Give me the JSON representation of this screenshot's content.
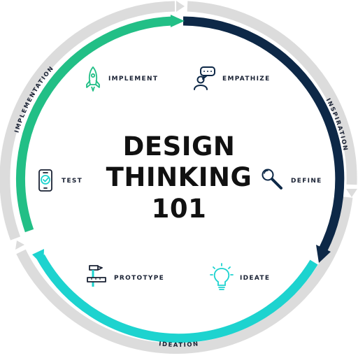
{
  "title": {
    "line1": "DESIGN",
    "line2": "THINKING",
    "line3": "101"
  },
  "phases": {
    "inspiration": "INSPIRATION",
    "ideation": "IDEATION",
    "implementation": "IMPLEMENTATION"
  },
  "stages": {
    "empathize": "EMPATHIZE",
    "define": "DEFINE",
    "ideate": "IDEATE",
    "prototype": "PROTOTYPE",
    "test": "TEST",
    "implement": "IMPLEMENT"
  },
  "icons": {
    "empathize": "person-speech-bubble-icon",
    "define": "magnifying-glass-icon",
    "ideate": "lightbulb-icon",
    "prototype": "hammer-ruler-icon",
    "test": "phone-checkmark-icon",
    "implement": "rocket-icon"
  },
  "colors": {
    "inspiration": "#0d2847",
    "ideation": "#1dd3cf",
    "implementation": "#22bf86",
    "outer_ring": "#dcdcdc",
    "text": "#1a2234"
  }
}
